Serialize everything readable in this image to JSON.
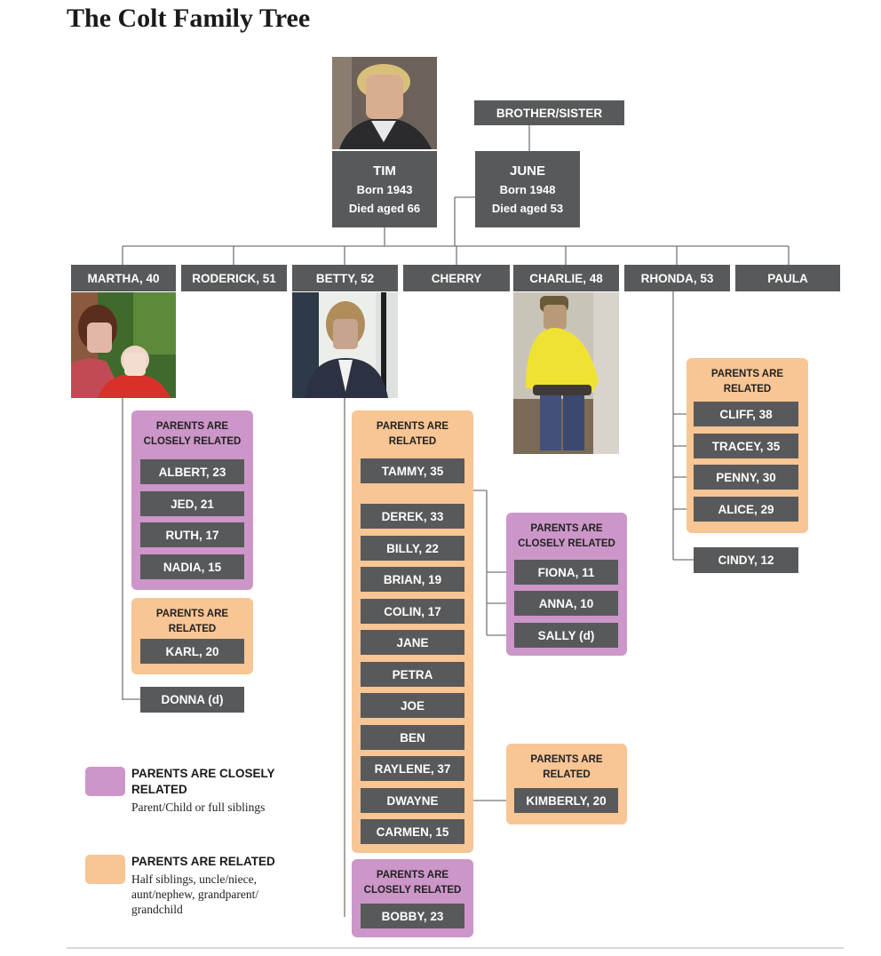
{
  "title": "The Colt Family Tree",
  "colors": {
    "box": "#58595b",
    "closely_related": "#cc96c8",
    "related": "#f8c594",
    "line": "#777777"
  },
  "sibling": {
    "label": "BROTHER/SISTER"
  },
  "parents": [
    {
      "name": "TIM",
      "born": "Born 1943",
      "died": "Died aged 66"
    },
    {
      "name": "JUNE",
      "born": "Born 1948",
      "died": "Died aged 53"
    }
  ],
  "children": [
    "MARTHA, 40",
    "RODERICK, 51",
    "BETTY, 52",
    "CHERRY",
    "CHARLIE, 48",
    "RHONDA, 53",
    "PAULA"
  ],
  "martha_group1": {
    "heading": "PARENTS ARE\nCLOSELY RELATED",
    "members": [
      "ALBERT, 23",
      "JED, 21",
      "RUTH, 17",
      "NADIA, 15"
    ]
  },
  "martha_group2": {
    "heading": "PARENTS ARE\nRELATED",
    "members": [
      "KARL, 20"
    ]
  },
  "martha_other": "DONNA (d)",
  "betty_group1": {
    "heading": "PARENTS ARE\nRELATED",
    "members": [
      "TAMMY, 35",
      "DEREK, 33",
      "BILLY, 22",
      "BRIAN, 19",
      "COLIN, 17",
      "JANE",
      "PETRA",
      "JOE",
      "BEN",
      "RAYLENE, 37",
      "DWAYNE",
      "CARMEN, 15"
    ]
  },
  "betty_group2": {
    "heading": "PARENTS ARE\nCLOSELY RELATED",
    "members": [
      "BOBBY, 23"
    ]
  },
  "tammy_group": {
    "heading": "PARENTS ARE\nCLOSELY RELATED",
    "members": [
      "FIONA, 11",
      "ANNA, 10",
      "SALLY  (d)"
    ]
  },
  "dwayne_group": {
    "heading": "PARENTS ARE\nRELATED",
    "members": [
      "KIMBERLY, 20"
    ]
  },
  "rhonda_group": {
    "heading": "PARENTS ARE\nRELATED",
    "members": [
      "CLIFF, 38",
      "TRACEY, 35",
      "PENNY, 30",
      "ALICE, 29"
    ]
  },
  "rhonda_other": "CINDY, 12",
  "legend": [
    {
      "title": "PARENTS ARE CLOSELY\nRELATED",
      "desc": "Parent/Child or full siblings",
      "color": "#cc96c8"
    },
    {
      "title": "PARENTS ARE RELATED",
      "desc": "Half siblings, uncle/niece,\naunt/nephew, grandparent/\ngrandchild",
      "color": "#f8c594"
    }
  ]
}
